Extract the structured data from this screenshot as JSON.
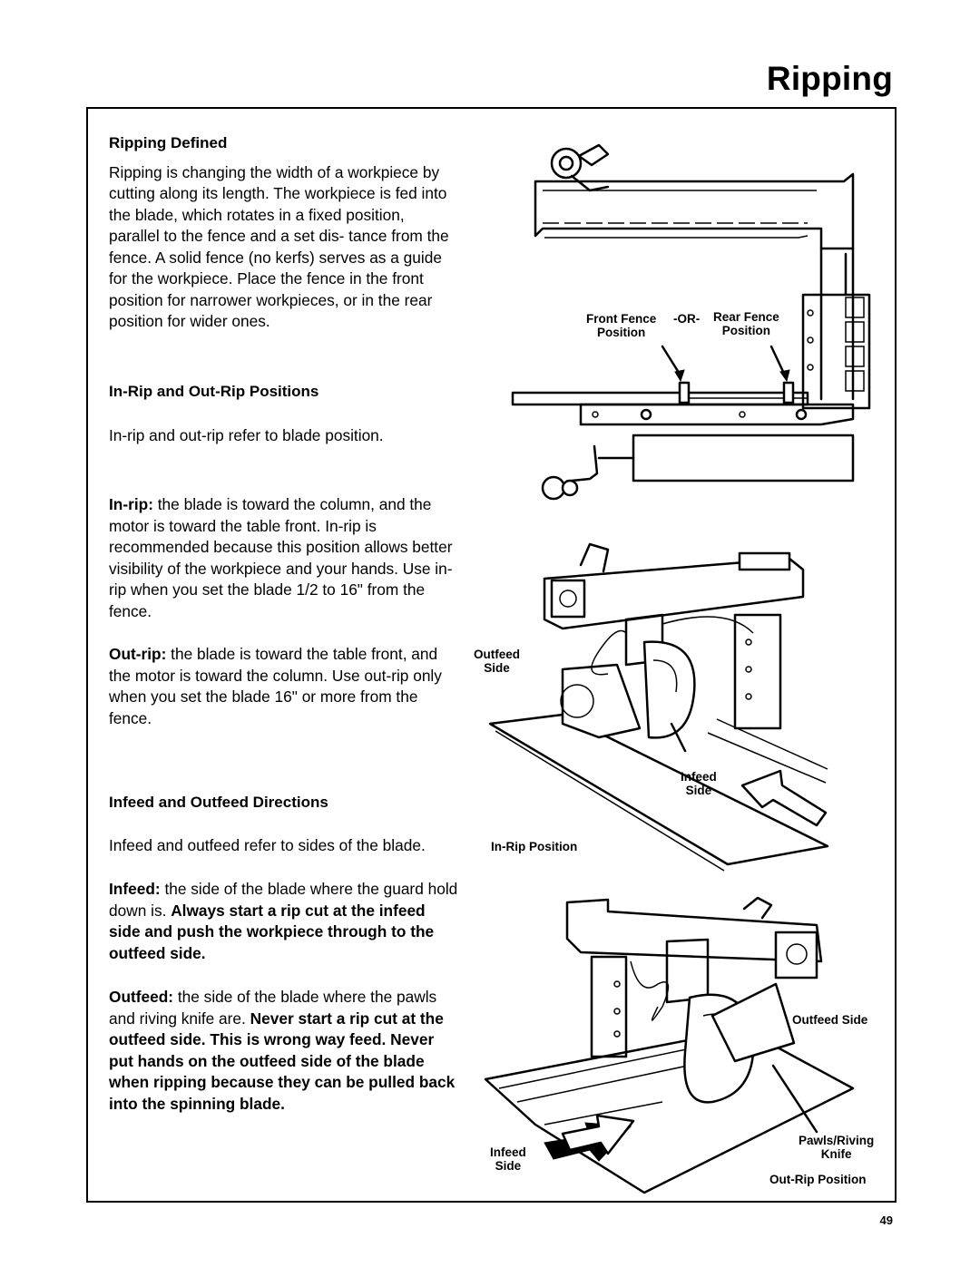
{
  "page": {
    "title": "Ripping",
    "page_number": "49"
  },
  "sections": {
    "ripping_defined": {
      "heading": "Ripping Defined",
      "body": "Ripping is changing the width of a workpiece by cutting along its length. The workpiece is fed into the blade, which rotates in a fixed position, parallel to the fence and a set dis- tance from the fence. A solid fence (no kerfs) serves as a guide for the workpiece. Place the fence in the front position for narrower workpieces, or in the rear position for wider ones."
    },
    "positions": {
      "heading": "In-Rip and Out-Rip Positions",
      "intro": "In-rip and out-rip refer to blade position.",
      "inrip_term": "In-rip:",
      "inrip_text": " the blade is toward the column, and the motor is toward the table front. In-rip is recommended because this position allows better visibility of the workpiece and your hands. Use in-rip when you set the blade 1/2 to 16\" from the fence.",
      "outrip_term": "Out-rip:",
      "outrip_text": " the blade is toward the table front, and the motor is toward the column. Use out-rip only when you set the blade 16\" or more from the fence."
    },
    "directions": {
      "heading": "Infeed and Outfeed Directions",
      "intro": "Infeed and outfeed refer to sides of the blade.",
      "infeed_term": "Infeed:",
      "infeed_text": " the side of the blade where the guard hold down is. ",
      "infeed_warning": "Always start a rip cut at the infeed side and push the workpiece through to the outfeed side.",
      "outfeed_term": "Outfeed:",
      "outfeed_text": " the side of the blade where the pawls and riving knife are. ",
      "outfeed_warning": "Never start a rip cut at the outfeed side. This is wrong way feed. Never put hands on the outfeed side of the blade when ripping because they can be pulled back into the spinning blade."
    }
  },
  "figures": {
    "fence": {
      "front_fence": "Front Fence",
      "front_position": "Position",
      "or": "-OR-",
      "rear_fence": "Rear Fence",
      "rear_position": "Position"
    },
    "inrip": {
      "outfeed": "Outfeed",
      "outfeed_side": "Side",
      "infeed": "Infeed",
      "infeed_side": "Side",
      "caption": "In-Rip Position"
    },
    "outrip": {
      "outfeed_side": "Outfeed Side",
      "pawls": "Pawls/Riving",
      "knife": "Knife",
      "infeed": "Infeed",
      "infeed_side": "Side",
      "caption": "Out-Rip Position"
    }
  }
}
